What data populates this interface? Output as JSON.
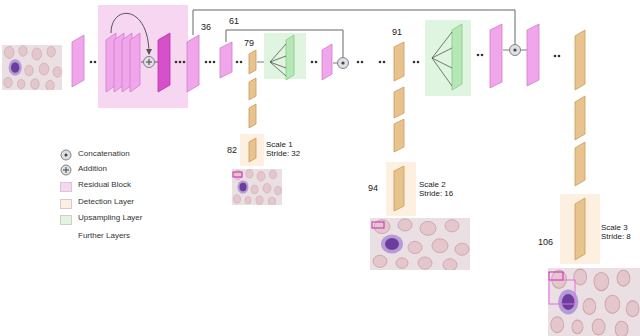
{
  "diagram": {
    "labels": [
      "36",
      "61",
      "79",
      "82",
      "Scale 1 Stride: 32",
      "91",
      "94",
      "Scale 2 Stride: 16",
      "106",
      "Scale 3 Stride: 8"
    ],
    "legend": [
      {
        "text": "Concatenation"
      },
      {
        "text": "Addition"
      },
      {
        "text": "Residual Block",
        "color": "#f7d6f1"
      },
      {
        "text": "Detection Layer",
        "color": "#fdf0e0"
      },
      {
        "text": "Upsampling Layer",
        "color": "#dff5df"
      },
      {
        "text": "Further Layers"
      }
    ]
  }
}
